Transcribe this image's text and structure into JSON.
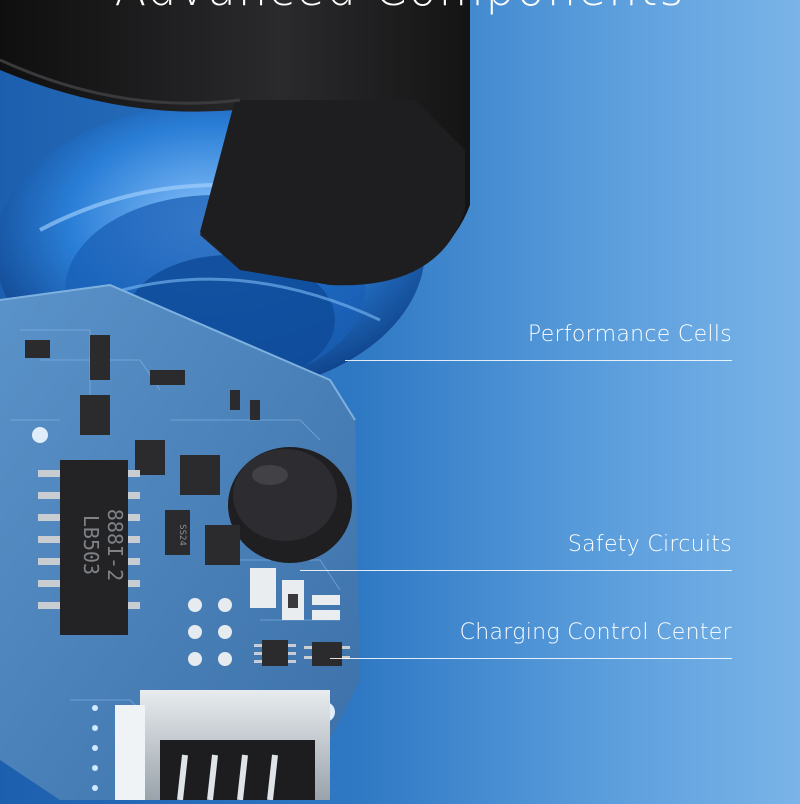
{
  "headline": "Advanced Components",
  "callouts": [
    {
      "label": "Performance Cells"
    },
    {
      "label": "Safety Circuits"
    },
    {
      "label": "Charging Control Center"
    }
  ],
  "chip_text": {
    "line1": "888I-2",
    "line2": "LB503",
    "small_chip": "SS24"
  },
  "colors": {
    "background": "#2f79c4",
    "pcb": "#4f86bd",
    "housing": "#1b1b1d",
    "cell_ring": "#2a7fd8",
    "label_text": "#ffffff"
  }
}
